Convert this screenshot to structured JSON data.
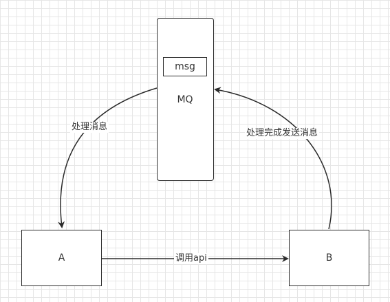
{
  "nodes": {
    "mq": {
      "label": "MQ",
      "inner_label": "msg"
    },
    "a": {
      "label": "A"
    },
    "b": {
      "label": "B"
    }
  },
  "edges": {
    "mq_to_a": {
      "label": "处理消息"
    },
    "b_to_mq": {
      "label": "处理完成发送消息"
    },
    "a_to_b": {
      "label": "调用api"
    }
  },
  "colors": {
    "stroke": "#2b2b2b",
    "grid": "#e6e6e6",
    "text": "#333333"
  }
}
